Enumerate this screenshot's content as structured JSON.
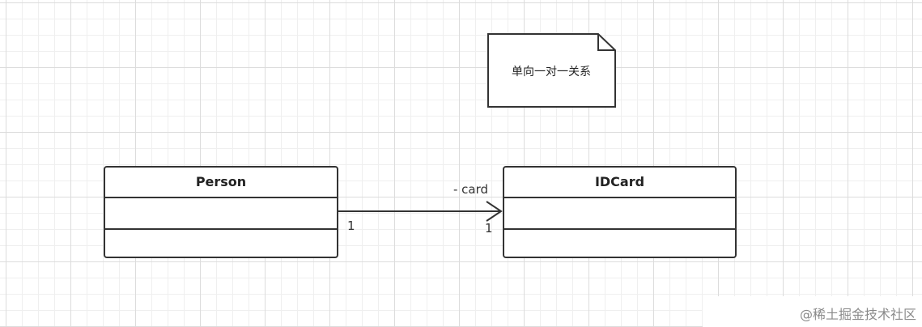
{
  "diagram": {
    "note": {
      "text": "单向一对一关系"
    },
    "classes": [
      {
        "id": "person",
        "name": "Person"
      },
      {
        "id": "idcard",
        "name": "IDCard"
      }
    ],
    "association": {
      "role": "- card",
      "source_multiplicity": "1",
      "target_multiplicity": "1",
      "direction": "Person → IDCard"
    }
  },
  "watermark": "@稀土掘金技术社区"
}
